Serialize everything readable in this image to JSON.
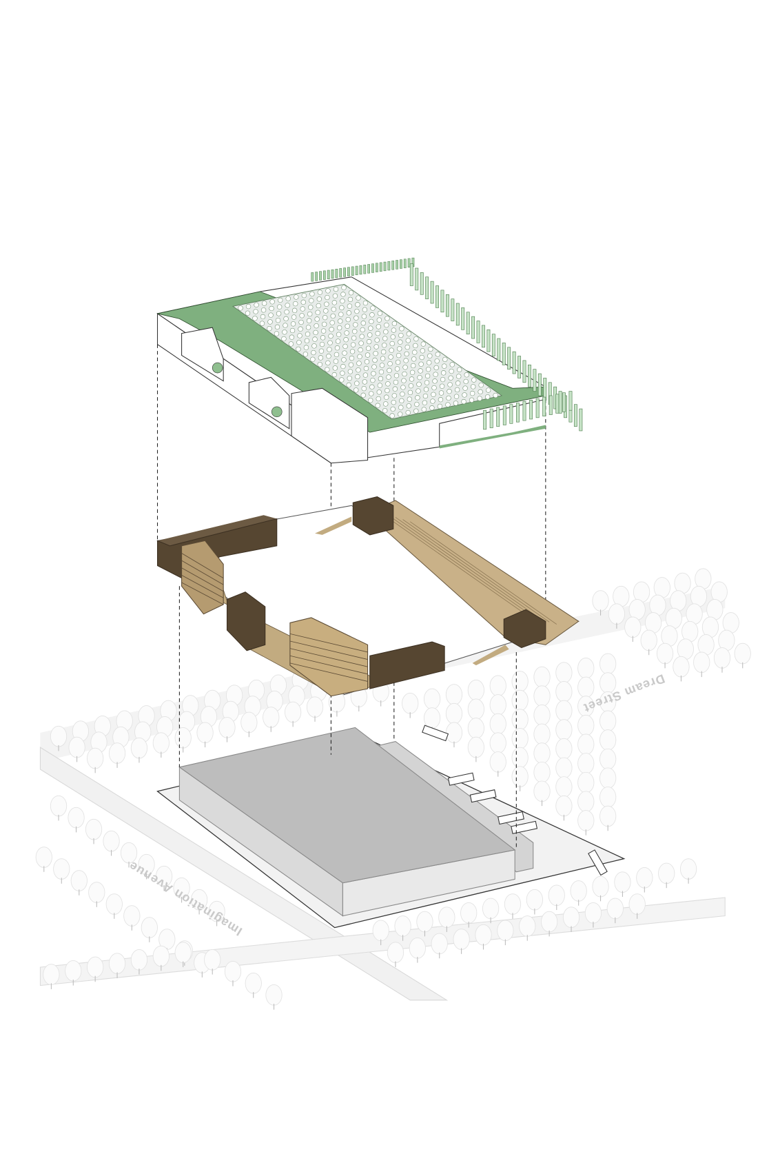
{
  "diagram": {
    "type": "exploded-axonometric",
    "layers": [
      "green-roof-solar",
      "mixed-use-podium",
      "warehouse-site"
    ]
  },
  "streets": {
    "avenue_label": "Imagination Avenue",
    "street_label": "Dream Street"
  },
  "colors": {
    "roof_green": "#7fb07f",
    "podium_tan": "#b9a27a",
    "podium_dark": "#5a4a36",
    "warehouse_gray": "#bdbdbd",
    "tree_gray": "#e6e6e6"
  }
}
